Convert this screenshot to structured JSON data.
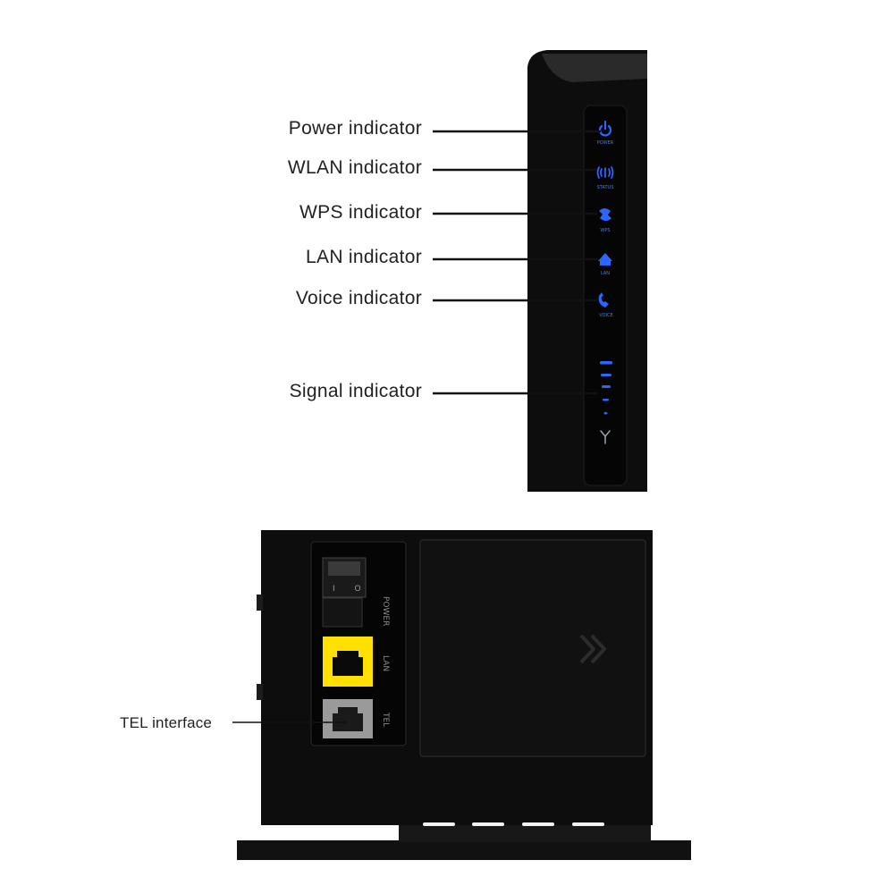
{
  "front_labels": [
    "Power indicator",
    "WLAN indicator",
    "WPS indicator",
    "LAN indicator",
    "Voice indicator",
    "Signal indicator"
  ],
  "led_labels": [
    "POWER",
    "STATUS",
    "WPS",
    "LAN",
    "VOICE"
  ],
  "rear_labels": [
    "TEL interface"
  ],
  "port_labels": [
    "POWER",
    "LAN",
    "TEL"
  ],
  "switch_marks": [
    "I",
    "O"
  ],
  "colors": {
    "led": "#2a66ff",
    "device": "#0d0d0d",
    "lan_port": "#ffe000",
    "tel_port": "#9a9a9a",
    "leader_line": "#111111"
  }
}
